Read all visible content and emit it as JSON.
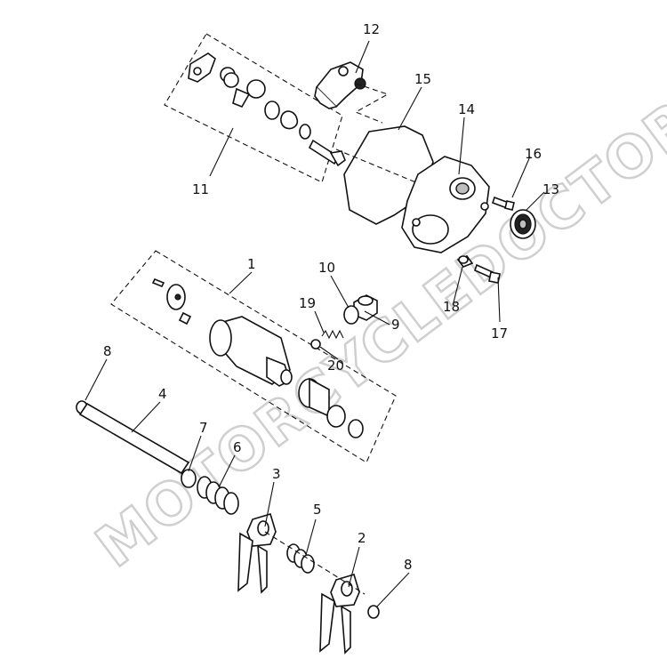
{
  "watermark": {
    "text": "MOTORCYCLEDOCTOR"
  },
  "callouts": [
    {
      "id": "1",
      "label": "1"
    },
    {
      "id": "2",
      "label": "2"
    },
    {
      "id": "3",
      "label": "3"
    },
    {
      "id": "4",
      "label": "4"
    },
    {
      "id": "5",
      "label": "5"
    },
    {
      "id": "6",
      "label": "6"
    },
    {
      "id": "7",
      "label": "7"
    },
    {
      "id": "8a",
      "label": "8"
    },
    {
      "id": "8b",
      "label": "8"
    },
    {
      "id": "9",
      "label": "9"
    },
    {
      "id": "10",
      "label": "10"
    },
    {
      "id": "11",
      "label": "11"
    },
    {
      "id": "12",
      "label": "12"
    },
    {
      "id": "13",
      "label": "13"
    },
    {
      "id": "14",
      "label": "14"
    },
    {
      "id": "15",
      "label": "15"
    },
    {
      "id": "16",
      "label": "16"
    },
    {
      "id": "17",
      "label": "17"
    },
    {
      "id": "18",
      "label": "18"
    },
    {
      "id": "19",
      "label": "19"
    },
    {
      "id": "20",
      "label": "20"
    }
  ]
}
